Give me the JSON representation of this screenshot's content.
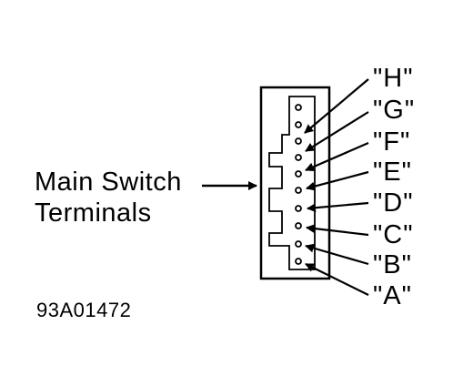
{
  "diagram": {
    "main_label_line1": "Main Switch",
    "main_label_line2": "Terminals",
    "figure_code": "93A01472",
    "terminals": [
      "\"H\"",
      "\"G\"",
      "\"F\"",
      "\"E\"",
      "\"D\"",
      "\"C\"",
      "\"B\"",
      "\"A\""
    ]
  }
}
